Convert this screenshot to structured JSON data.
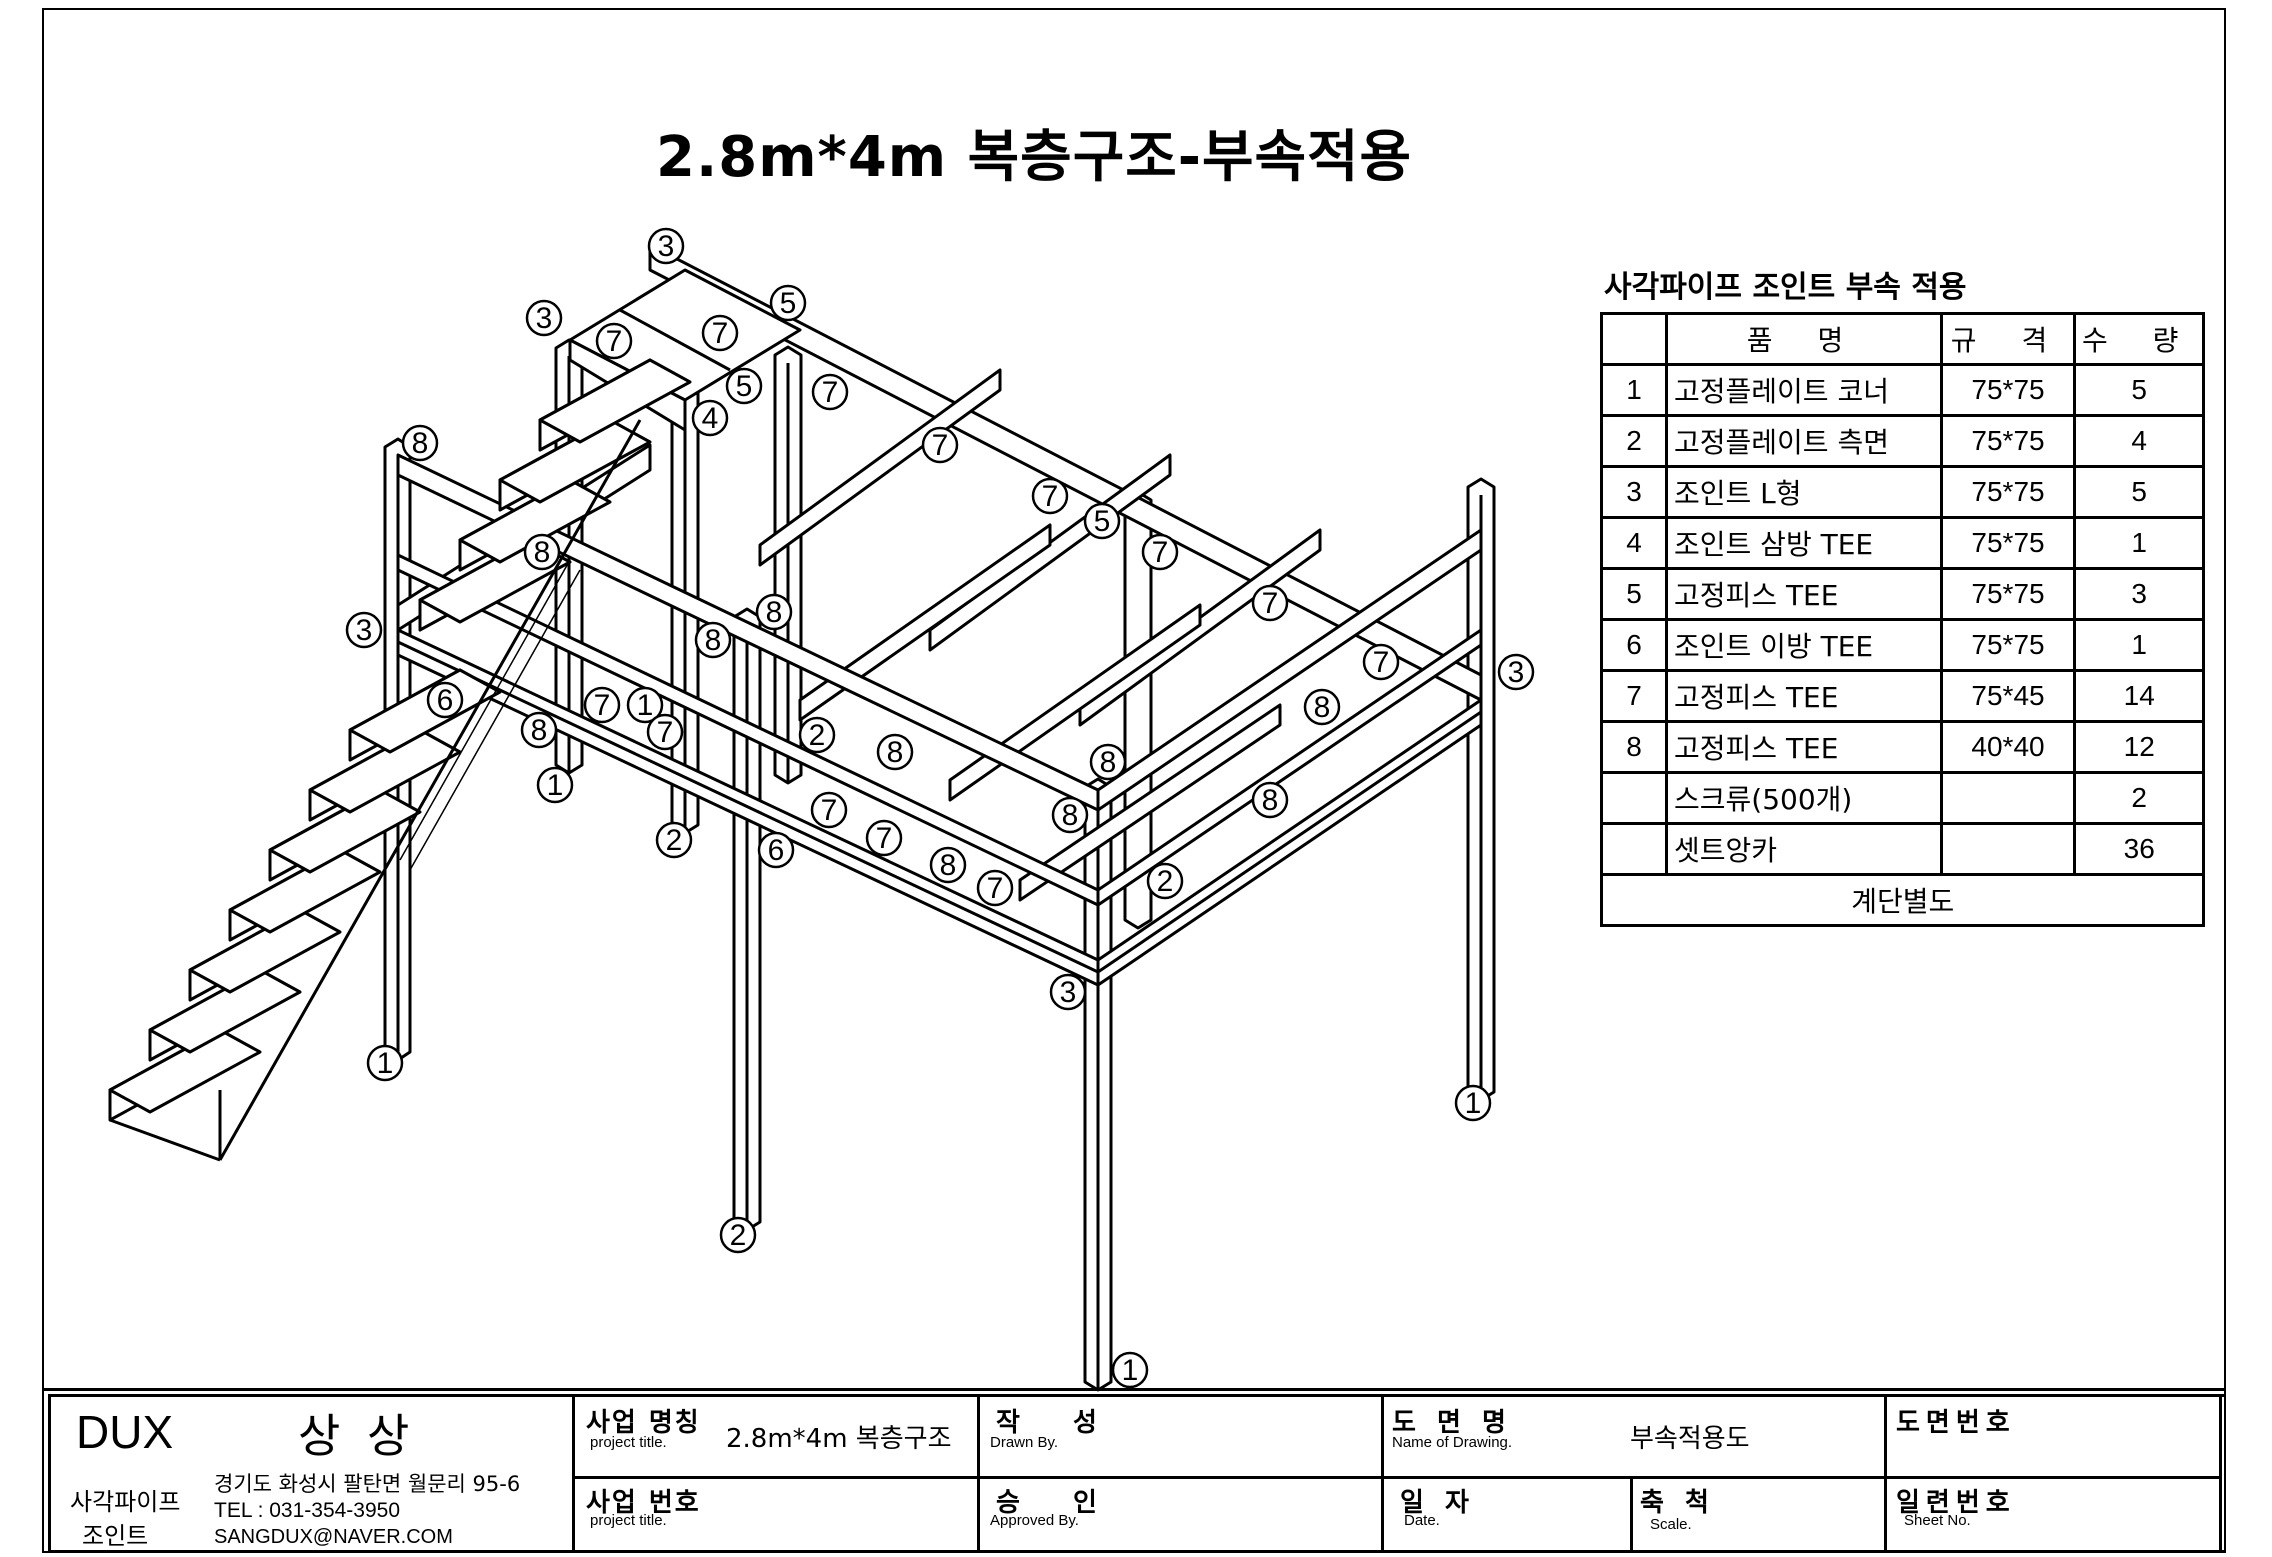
{
  "title": "2.8m*4m 복층구조-부속적용",
  "callouts": [
    "1",
    "2",
    "3",
    "4",
    "5",
    "6",
    "7",
    "8"
  ],
  "parts_table": {
    "title": "사각파이프 조인트 부속 적용",
    "headers": {
      "name": "품 명",
      "spec": "규 격",
      "qty": "수 량"
    },
    "rows": [
      {
        "no": "1",
        "name": "고정플레이트 코너",
        "spec": "75*75",
        "qty": "5"
      },
      {
        "no": "2",
        "name": "고정플레이트 측면",
        "spec": "75*75",
        "qty": "4"
      },
      {
        "no": "3",
        "name": "조인트 L형",
        "spec": "75*75",
        "qty": "5"
      },
      {
        "no": "4",
        "name": "조인트 삼방 TEE",
        "spec": "75*75",
        "qty": "1"
      },
      {
        "no": "5",
        "name": "고정피스 TEE",
        "spec": "75*75",
        "qty": "3"
      },
      {
        "no": "6",
        "name": "조인트 이방 TEE",
        "spec": "75*75",
        "qty": "1"
      },
      {
        "no": "7",
        "name": "고정피스 TEE",
        "spec": "75*45",
        "qty": "14"
      },
      {
        "no": "8",
        "name": "고정피스 TEE",
        "spec": "40*40",
        "qty": "12"
      },
      {
        "no": "",
        "name": "스크류(500개)",
        "spec": "",
        "qty": "2"
      },
      {
        "no": "",
        "name": "셋트앙카",
        "spec": "",
        "qty": "36"
      }
    ],
    "footer": "계단별도"
  },
  "title_block": {
    "company": "DUX",
    "company_kr": "상 상",
    "brand_line1": "사각파이프",
    "brand_line2": "조인트",
    "address": "경기도 화성시 팔탄면 월문리 95-6",
    "tel": "TEL : 031-354-3950",
    "email": "SANGDUX@NAVER.COM",
    "project_name_label": "사업 명칭",
    "project_name_en": "project title.",
    "project_name_value": "2.8m*4m 복층구조",
    "project_no_label": "사업 번호",
    "project_no_en": "project title.",
    "drawn_label": "작 성",
    "drawn_en": "Drawn By.",
    "approved_label": "승 인",
    "approved_en": "Approved By.",
    "drawing_name_label": "도 면 명",
    "drawing_name_en": "Name of Drawing.",
    "drawing_name_value": "부속적용도",
    "date_label": "일 자",
    "date_en": "Date.",
    "scale_label": "축 척",
    "scale_en": "Scale.",
    "drawing_no_label": "도면번호",
    "sheet_no_label": "일련번호",
    "sheet_no_en": "Sheet No."
  }
}
